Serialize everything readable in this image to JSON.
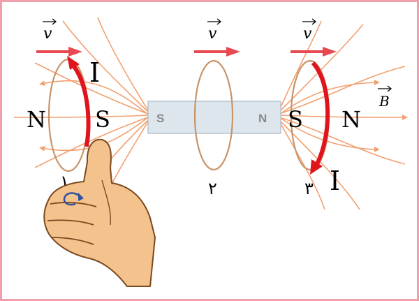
{
  "colors": {
    "border": "#f0a0ac",
    "field_lines": "#f2a070",
    "loop": "#c8946a",
    "current": "#e0141c",
    "velocity_arrow": "#e84850",
    "magnet_body": "#dde6ec",
    "hand_skin": "#f4c28c",
    "curl_arrow": "#3050a0"
  },
  "labels": {
    "velocity": "v",
    "field": "B",
    "current": "I",
    "pole_n": "N",
    "pole_s": "S",
    "magnet_left_pole": "S",
    "magnet_right_pole": "N"
  },
  "loops": [
    {
      "number": "۱"
    },
    {
      "number": "۲"
    },
    {
      "number": "۳"
    }
  ],
  "icons": {
    "velocity_arrow": "right-arrow-icon",
    "current_arrow": "curved-arrow-icon",
    "hand": "right-hand-thumb-icon",
    "curl_arrow": "curl-arrow-icon"
  }
}
